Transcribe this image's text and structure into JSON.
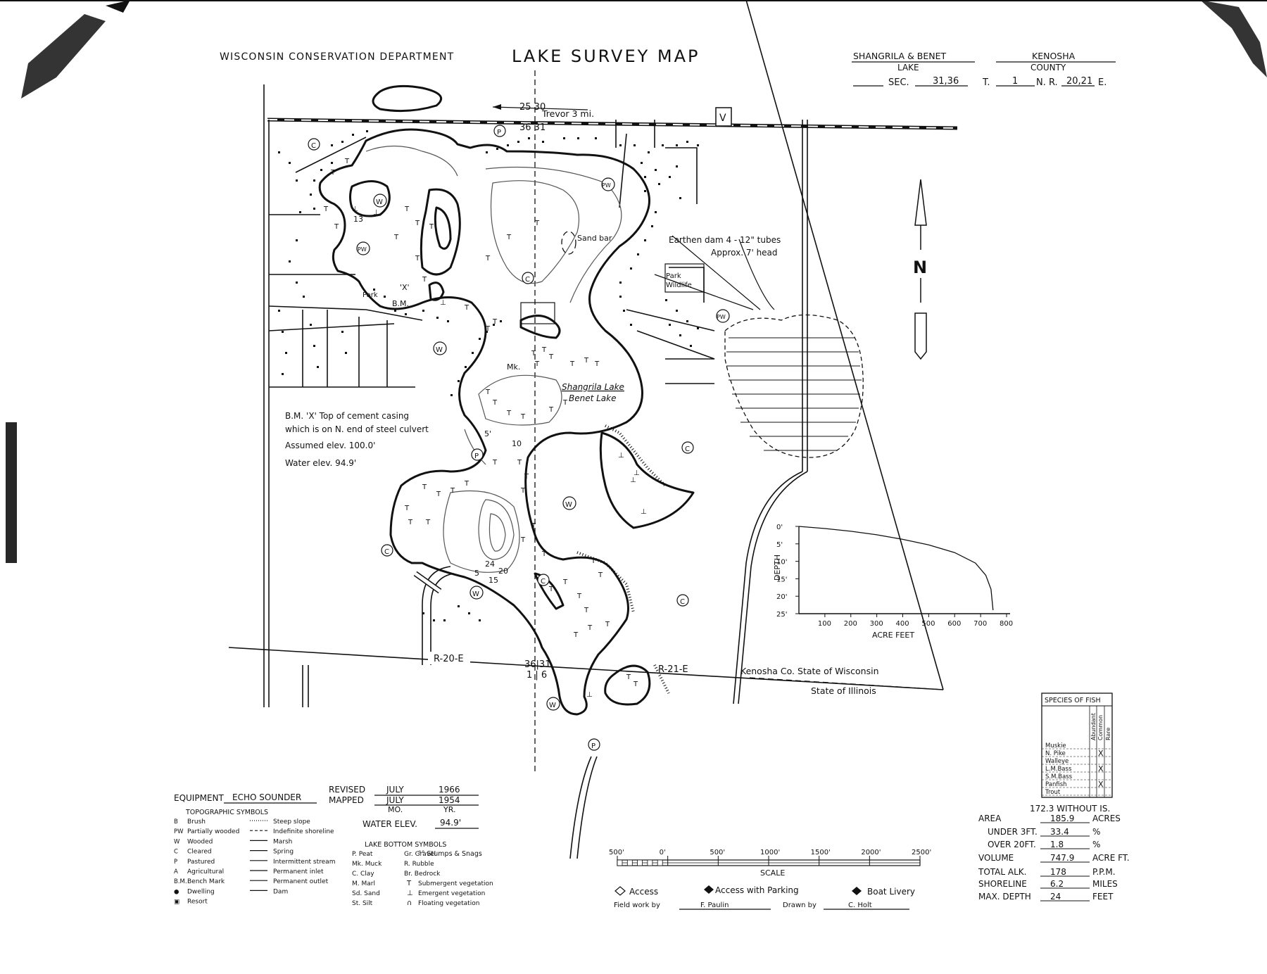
{
  "header": {
    "agency": "WISCONSIN CONSERVATION DEPARTMENT",
    "title": "LAKE SURVEY MAP",
    "lake_name": "SHANGRILA & BENET",
    "lake_caption": "LAKE",
    "county_name": "KENOSHA",
    "county_caption": "COUNTY",
    "sec_label": "SEC.",
    "sec_value": "31,36",
    "t_label": "T.",
    "t_value": "1",
    "nr_label": "N. R.",
    "nr_value": "20,21",
    "e_label": "E."
  },
  "map_labels": {
    "section_top": "25 30",
    "section_top2": "36 31",
    "trevor": "Trevor 3 mi.",
    "highway": "V",
    "earthen_dam": "Earthen dam  4 - 12\" tubes",
    "approx_head": "Approx. 7' head",
    "sand_bar": "Sand bar",
    "park_wildlife_1": "Park",
    "park_wildlife_2": "Wildlife",
    "park": "Park",
    "bm": "B.M.",
    "x_mark": "'X'",
    "lake_name_1": "Shangrila Lake",
    "lake_name_2": "Benet Lake",
    "bm_note_1": "B.M. 'X'  Top of cement casing",
    "bm_note_2": "which is on N. end of steel culvert",
    "bm_note_3": "Assumed  elev.  100.0'",
    "bm_note_4": "Water  elev.   94.9'",
    "range_20": "R-20-E",
    "range_21": "R-21-E",
    "section_bottom_1": "36|31",
    "section_bottom_2": "1 | 6",
    "state_wi": "Kenosha Co.  State  of  Wisconsin",
    "state_il": "State  of  Illinois",
    "north": "N",
    "mk": "Mk.",
    "depth_24": "24",
    "depth_20": "20",
    "depth_15": "15",
    "depth_10": "10",
    "depth_13": "13",
    "depth_5": "5",
    "depth_5p": "5'"
  },
  "chart_data": {
    "type": "line",
    "xlabel": "ACRE FEET",
    "ylabel": "DEPTH",
    "x_ticks": [
      "100",
      "200",
      "300",
      "400",
      "500",
      "600",
      "700",
      "800"
    ],
    "y_ticks": [
      "0'",
      "5'",
      "10'",
      "15'",
      "20'",
      "25'"
    ],
    "xlim": [
      0,
      800
    ],
    "ylim": [
      0,
      25
    ],
    "series": [
      {
        "x": [
          0,
          100,
          200,
          300,
          400,
          500,
          600,
          680,
          720,
          740,
          748
        ],
        "y": [
          0,
          0.6,
          1.4,
          2.4,
          3.7,
          5.3,
          7.5,
          10.5,
          14,
          18,
          24
        ]
      }
    ]
  },
  "fish_table": {
    "title": "SPECIES OF FISH",
    "columns": [
      "Abundant",
      "Common",
      "Rare"
    ],
    "rows": [
      {
        "name": "Muskie",
        "mark": ""
      },
      {
        "name": "N. Pike",
        "mark": "X"
      },
      {
        "name": "Walleye",
        "mark": ""
      },
      {
        "name": "L.M.Bass",
        "mark": "X"
      },
      {
        "name": "S.M.Bass",
        "mark": ""
      },
      {
        "name": "Panfish",
        "mark": "X"
      },
      {
        "name": "Trout",
        "mark": ""
      }
    ]
  },
  "stats": {
    "without_is": "172.3  WITHOUT IS.",
    "area_label": "AREA",
    "area_value": "185.9",
    "area_unit": "ACRES",
    "under_label": "UNDER 3FT.",
    "under_value": "33.4",
    "under_unit": "%",
    "over_label": "OVER 20FT.",
    "over_value": "1.8",
    "over_unit": "%",
    "volume_label": "VOLUME",
    "volume_value": "747.9",
    "volume_unit": "ACRE FT.",
    "alk_label": "TOTAL ALK.",
    "alk_value": "178",
    "alk_unit": "P.P.M.",
    "shore_label": "SHORELINE",
    "shore_value": "6.2",
    "shore_unit": "MILES",
    "maxd_label": "MAX. DEPTH",
    "maxd_value": "24",
    "maxd_unit": "FEET"
  },
  "legend": {
    "equipment_label": "EQUIPMENT",
    "equipment_value": "ECHO SOUNDER",
    "revised_label": "REVISED",
    "mapped_label": "MAPPED",
    "revised_month": "JULY",
    "revised_year": "1966",
    "mapped_month": "JULY",
    "mapped_year": "1954",
    "mo_label": "MO.",
    "yr_label": "YR.",
    "water_elev_label": "WATER  ELEV.",
    "water_elev_value": "94.9'",
    "topo_title": "TOPOGRAPHIC  SYMBOLS",
    "bottom_title": "LAKE  BOTTOM  SYMBOLS",
    "topo_col1": [
      "Brush",
      "Partially wooded",
      "Wooded",
      "Cleared",
      "Pastured",
      "Agricultural",
      "Bench Mark",
      "Dwelling",
      "Resort"
    ],
    "topo_col1_sym": [
      "B",
      "PW",
      "W",
      "C",
      "P",
      "A",
      "B.M.",
      "●",
      "▣"
    ],
    "topo_col2": [
      "Steep slope",
      "Indefinite shoreline",
      "Marsh",
      "Spring",
      "Intermittent stream",
      "Permanent inlet",
      "Permanent outlet",
      "Dam"
    ],
    "bottom_col1": [
      "P. Peat",
      "Mk. Muck",
      "C. Clay",
      "M. Marl",
      "Sd. Sand",
      "St. Silt"
    ],
    "bottom_col2": [
      "Gr. Gravel",
      "R. Rubble",
      "Br. Bedrock"
    ],
    "stumps": "Stumps & Snags",
    "veg": [
      "Submergent vegetation",
      "Emergent vegetation",
      "Floating vegetation"
    ],
    "veg_sym": [
      "T",
      "⊥",
      "∩"
    ]
  },
  "scale": {
    "ticks": [
      "500'",
      "0'",
      "500'",
      "1000'",
      "1500'",
      "2000'",
      "2500'"
    ],
    "label": "SCALE"
  },
  "access": {
    "access": "Access",
    "parking": "Access with Parking",
    "livery": "Boat Livery",
    "field_label": "Field  work  by",
    "field_value": "F. Paulin",
    "drawn_label": "Drawn  by",
    "drawn_value": "C. Holt"
  }
}
